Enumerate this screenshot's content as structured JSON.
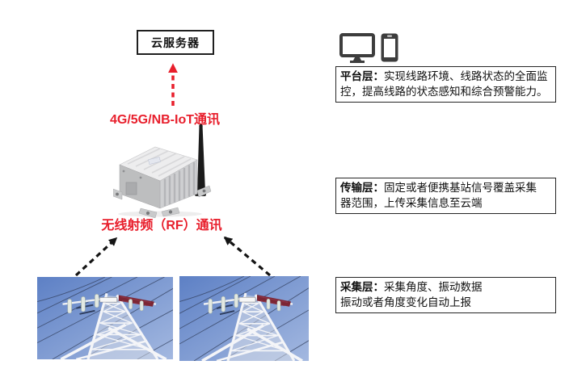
{
  "colors": {
    "accent_red": "#e81f2c",
    "arrow_black": "#141414",
    "box_border": "#1f1f1f",
    "icon_gray": "#3d3d3d",
    "sky_blue": "#5d80c5"
  },
  "diagram": {
    "cloud_server_label": "云服务器",
    "cellular_link_label": "4G/5G/NB-IoT通讯",
    "rf_link_label": "无线射频（RF）通讯",
    "device_image": "wireless-rf-collector-with-antenna",
    "tower_image": "transmission-tower-low-angle-photo"
  },
  "platform_icons": [
    "monitor-icon",
    "smartphone-icon"
  ],
  "layers": [
    {
      "title": "平台层：",
      "body": "实现线路环境、线路状态的全面监\n控，提高线路的状态感知和综合预警能力。"
    },
    {
      "title": "传输层：",
      "body": "固定或者便携基站信号覆盖采集\n器范围，上传采集信息至云端"
    },
    {
      "title": "采集层：",
      "body": "采集角度、振动数据\n振动或者角度变化自动上报"
    }
  ]
}
